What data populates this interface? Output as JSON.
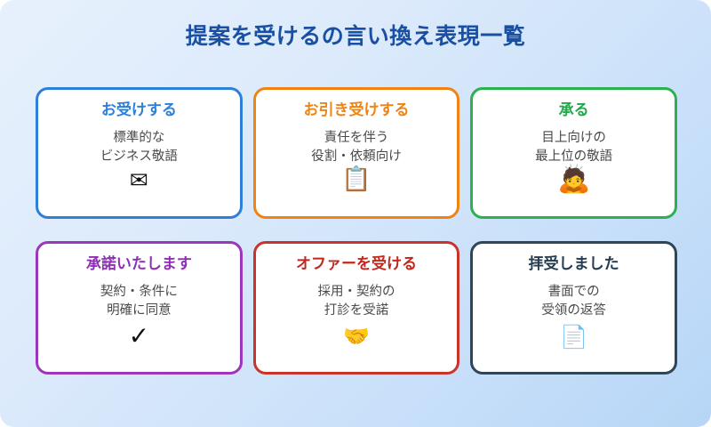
{
  "poster": {
    "title": "提案を受けるの言い換え表現一覧",
    "background_start_color": "#e7f1fc",
    "background_end_color": "#b6d6f6",
    "title_color": "#1a50a3"
  },
  "cards": [
    {
      "title": "お受けする",
      "description": "標準的な\nビジネス敬語",
      "icon": "envelope-icon",
      "icon_glyph": "✉",
      "accent_color": "#2d7fd8"
    },
    {
      "title": "お引き受けする",
      "description": "責任を伴う\n役割・依頼向け",
      "icon": "clipboard-icon",
      "icon_glyph": "📋",
      "accent_color": "#ef8414"
    },
    {
      "title": "承る",
      "description": "目上向けの\n最上位の敬語",
      "icon": "person-bowing-icon",
      "icon_glyph": "🙇",
      "accent_color": "#2cb14f"
    },
    {
      "title": "承諾いたします",
      "description": "契約・条件に\n明確に同意",
      "icon": "check-mark-icon",
      "icon_glyph": "✓",
      "accent_color": "#9b36bd"
    },
    {
      "title": "オファーを受ける",
      "description": "採用・契約の\n打診を受諾",
      "icon": "handshake-icon",
      "icon_glyph": "🤝",
      "accent_color": "#c9342a"
    },
    {
      "title": "拝受しました",
      "description": "書面での\n受領の返答",
      "icon": "document-page-icon",
      "icon_glyph": "📄",
      "accent_color": "#2f4558"
    }
  ]
}
